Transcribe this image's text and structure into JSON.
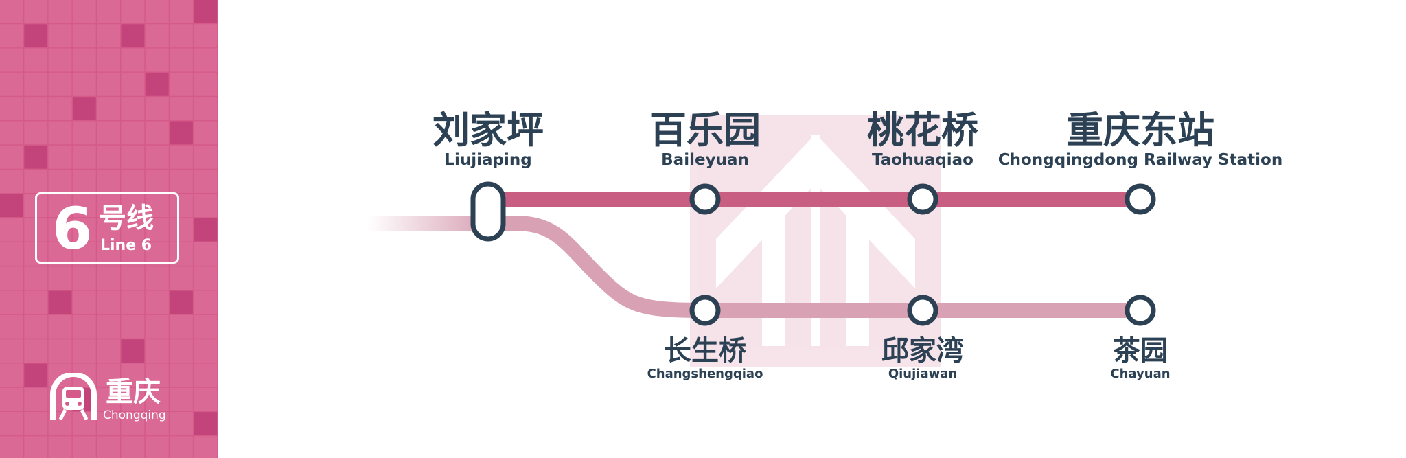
{
  "line": {
    "number": "6",
    "name_cn": "号线",
    "name_en": "Line 6",
    "color": "#c85f83",
    "branch_color": "#d8a2b4"
  },
  "city": {
    "name_cn": "重庆",
    "name_en": "Chongqing"
  },
  "stations": {
    "liujiaping": {
      "cn": "刘家坪",
      "en": "Liujiaping"
    },
    "baileyuan": {
      "cn": "百乐园",
      "en": "Baileyuan"
    },
    "taohuaqiao": {
      "cn": "桃花桥",
      "en": "Taohuaqiao"
    },
    "chongqingdong": {
      "cn": "重庆东站",
      "en": "Chongqingdong Railway Station"
    },
    "changshengqiao": {
      "cn": "长生桥",
      "en": "Changshengqiao"
    },
    "qiujiawan": {
      "cn": "邱家湾",
      "en": "Qiujiawan"
    },
    "chayuan": {
      "cn": "茶园",
      "en": "Chayuan"
    }
  },
  "icons": {
    "metro_logo": "chongqing-rail-transit-logo-icon",
    "watermark": "chongqing-rail-watermark-icon"
  }
}
